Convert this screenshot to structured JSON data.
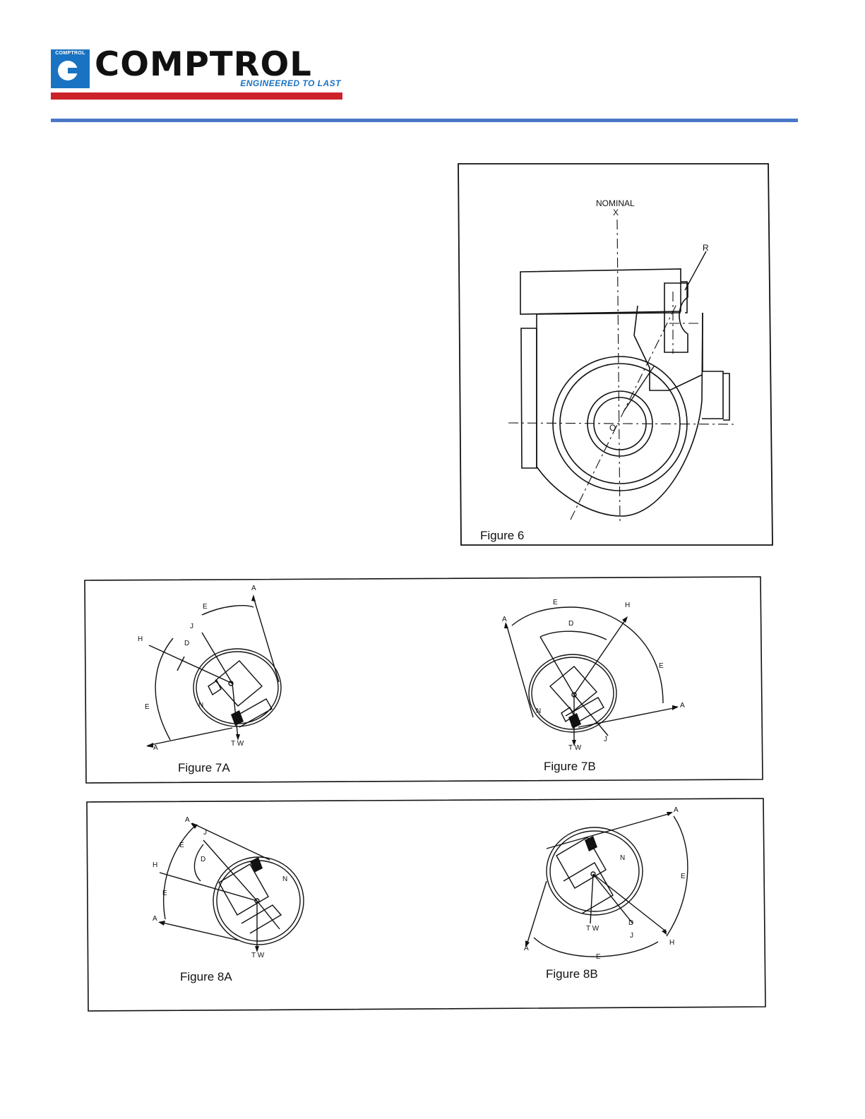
{
  "header": {
    "logo_box_text": "COMPTROL",
    "logo_word": "COMPTROL",
    "tagline": "ENGINEERED TO LAST",
    "colors": {
      "brand_blue": "#1a73c2",
      "brand_red": "#cc2229",
      "rule_blue": "#4a78c8"
    }
  },
  "figure6": {
    "caption": "Figure 6",
    "labels": {
      "nominal": "NOMINAL",
      "x": "X",
      "r": "R",
      "o": "O"
    }
  },
  "figure7": {
    "a": {
      "caption": "Figure 7A",
      "labels": {
        "a": "A",
        "e": "E",
        "h": "H",
        "j": "J",
        "d": "D",
        "n": "N",
        "tw": "T W"
      }
    },
    "b": {
      "caption": "Figure 7B",
      "labels": {
        "a": "A",
        "e": "E",
        "h": "H",
        "j": "J",
        "d": "D",
        "n": "N",
        "tw": "T W"
      }
    }
  },
  "figure8": {
    "a": {
      "caption": "Figure 8A",
      "labels": {
        "a": "A",
        "e": "E",
        "h": "H",
        "j": "J",
        "d": "D",
        "n": "N",
        "tw": "T W"
      }
    },
    "b": {
      "caption": "Figure 8B",
      "labels": {
        "a": "A",
        "e": "E",
        "h": "H",
        "j": "J",
        "d": "D",
        "n": "N",
        "tw": "T W"
      }
    }
  }
}
